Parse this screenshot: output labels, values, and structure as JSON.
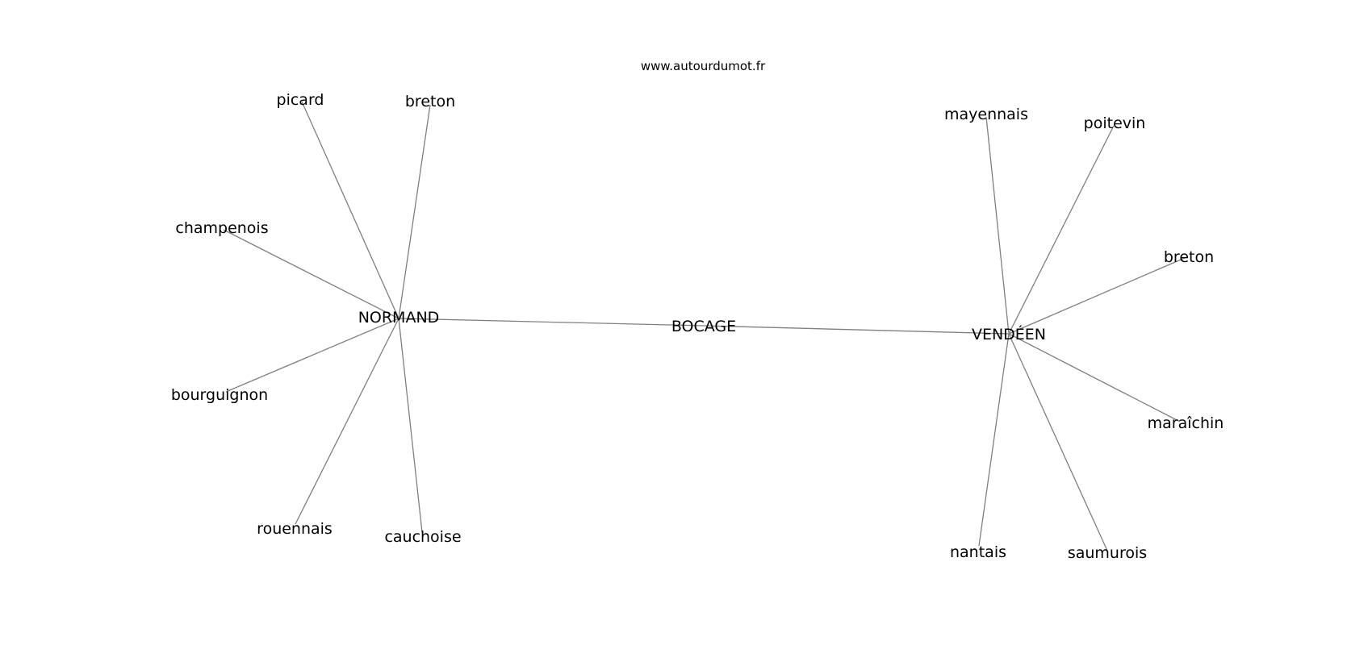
{
  "site": "www.autourdumot.fr",
  "colors": {
    "edge": "#7f7f7f",
    "text": "#000000",
    "background": "#ffffff"
  },
  "graph": {
    "center": "BOCAGE",
    "hubs": [
      {
        "id": "normand",
        "label": "NORMAND",
        "neighbors": [
          "picard",
          "breton",
          "champenois",
          "bourguignon",
          "rouennais",
          "cauchoise"
        ]
      },
      {
        "id": "vendeen",
        "label": "VENDÉEN",
        "neighbors": [
          "mayennais",
          "poitevin",
          "breton",
          "maraîchin",
          "nantais",
          "saumurois"
        ]
      }
    ]
  }
}
